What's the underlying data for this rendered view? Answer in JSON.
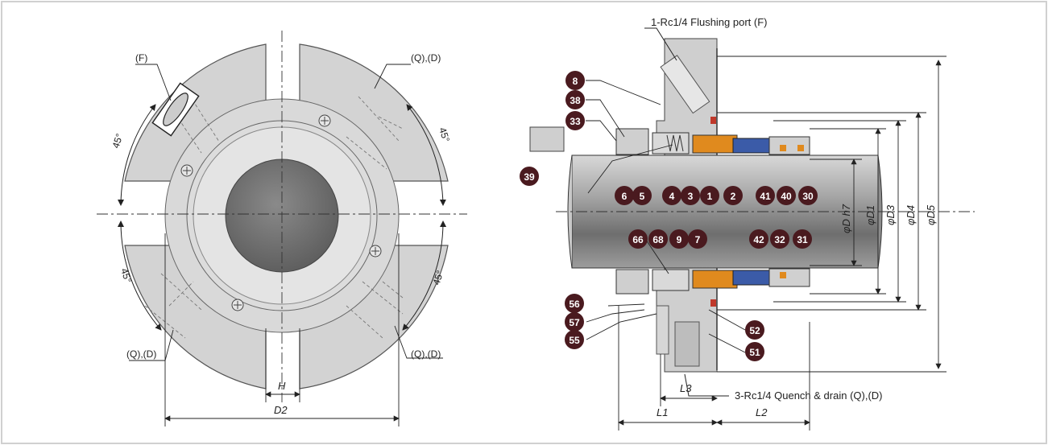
{
  "left_view": {
    "labels": {
      "f": "(F)",
      "qd_top": "(Q),(D)",
      "qd_bl": "(Q),(D)",
      "qd_br": "(Q),(D)",
      "ang_tl": "45°",
      "ang_tr": "45°",
      "ang_bl": "45°",
      "ang_br": "45°",
      "h": "H",
      "d2": "D2"
    }
  },
  "right_view": {
    "top_note": "1-Rc1/4   Flushing port (F)",
    "bottom_note": "3-Rc1/4  Quench & drain  (Q),(D)",
    "dims": {
      "l1": "L1",
      "l2": "L2",
      "l3": "L3",
      "dh7": "φD h7",
      "d1": "φD1",
      "d3": "φD3",
      "d4": "φD4",
      "d5": "φD5"
    },
    "badges": [
      "8",
      "38",
      "33",
      "39",
      "6",
      "5",
      "4",
      "3",
      "1",
      "2",
      "41",
      "40",
      "30",
      "66",
      "68",
      "9",
      "7",
      "42",
      "32",
      "31",
      "56",
      "57",
      "55",
      "52",
      "51"
    ]
  },
  "colors": {
    "badge": "#4a1a1f",
    "flange": "#d3d3d3",
    "shaft": "#9a9a9a",
    "blue_part": "#3b5ba8",
    "orange_part": "#e08a1e"
  }
}
